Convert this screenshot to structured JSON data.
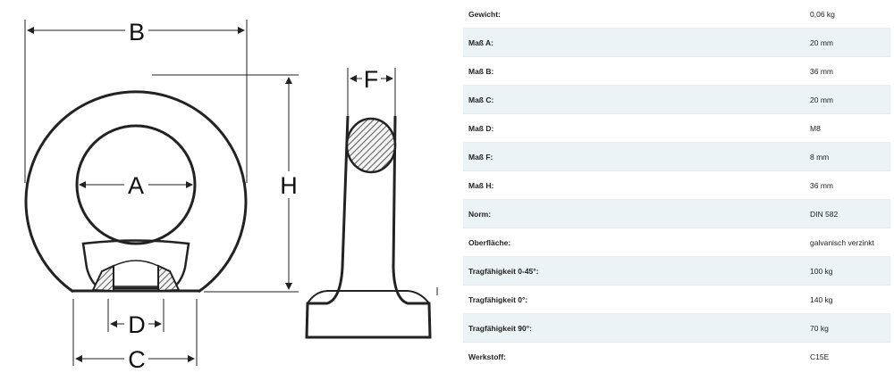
{
  "drawing": {
    "labels": {
      "A": "A",
      "B": "B",
      "C": "C",
      "D": "D",
      "F": "F",
      "H": "H"
    }
  },
  "specs": [
    {
      "label": "Gewicht:",
      "value": "0,06 kg"
    },
    {
      "label": "Maß A:",
      "value": "20 mm"
    },
    {
      "label": "Maß B:",
      "value": "36 mm"
    },
    {
      "label": "Maß C:",
      "value": "20 mm"
    },
    {
      "label": "Maß D:",
      "value": "M8"
    },
    {
      "label": "Maß F:",
      "value": "8 mm"
    },
    {
      "label": "Maß H:",
      "value": "36 mm"
    },
    {
      "label": "Norm:",
      "value": "DIN 582"
    },
    {
      "label": "Oberfläche:",
      "value": "galvanisch verzinkt"
    },
    {
      "label": "Tragfähigkeit 0-45°:",
      "value": "100 kg"
    },
    {
      "label": "Tragfähigkeit 0°:",
      "value": "140 kg"
    },
    {
      "label": "Tragfähigkeit 90°:",
      "value": "70 kg"
    },
    {
      "label": "Werkstoff:",
      "value": "C15E"
    }
  ]
}
